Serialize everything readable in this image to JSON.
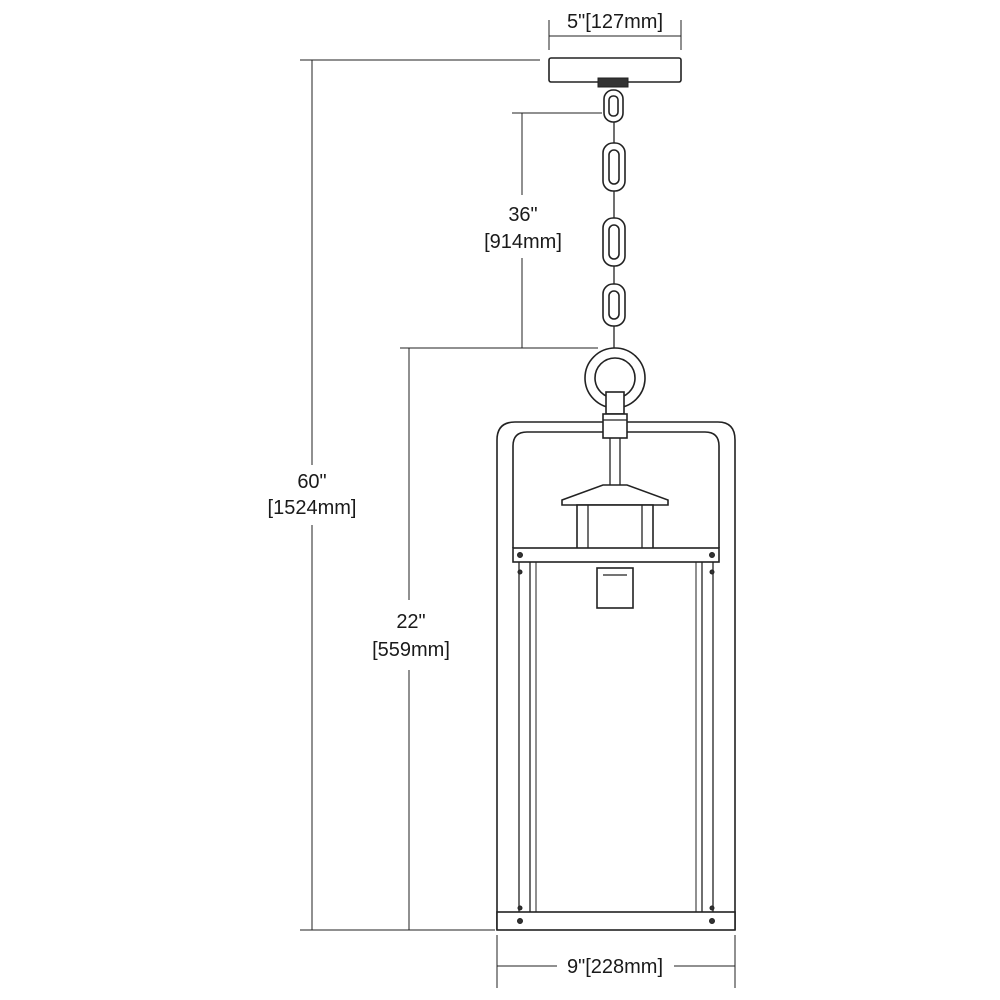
{
  "dimensions": {
    "canopy_width": "5\"[127mm]",
    "chain_length": {
      "imperial": "36\"",
      "metric": "[914mm]"
    },
    "overall_height": {
      "imperial": "60\"",
      "metric": "[1524mm]"
    },
    "fixture_height": {
      "imperial": "22\"",
      "metric": "[559mm]"
    },
    "fixture_width": "9\"[228mm]"
  }
}
